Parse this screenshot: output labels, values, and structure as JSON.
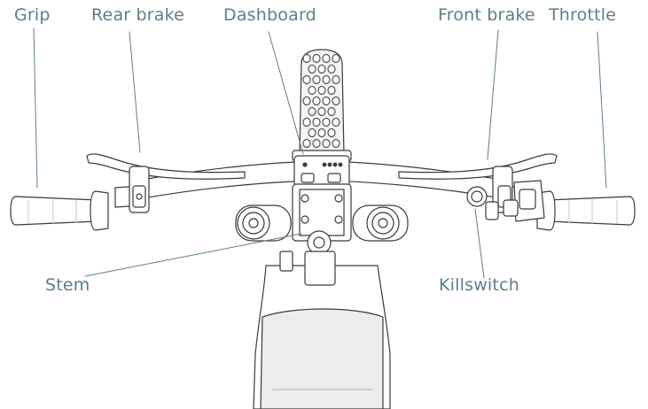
{
  "labels": {
    "grip": "Grip",
    "rear_brake": "Rear brake",
    "dashboard": "Dashboard",
    "front_brake": "Front brake",
    "throttle": "Throttle",
    "stem": "Stem",
    "killswitch": "Killswitch"
  },
  "colors": {
    "label_text": "#5f7d8a",
    "leader_line": "#5f7d8a",
    "outline": "#3a3a3a",
    "fill": "#ffffff",
    "shade": "#e6e6e6"
  }
}
